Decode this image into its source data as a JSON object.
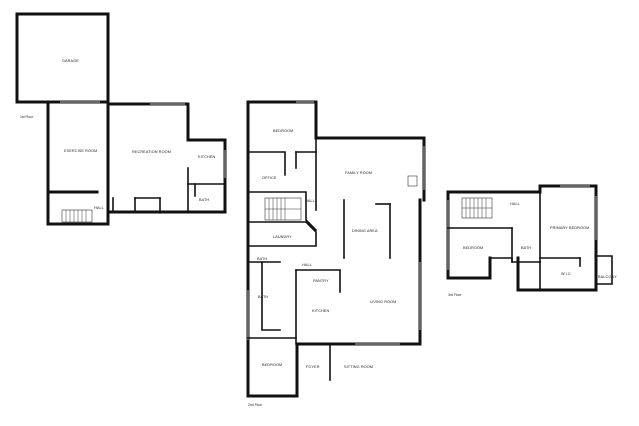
{
  "floors": {
    "first": {
      "label": "1st Floor",
      "rooms": {
        "garage": "GARAGE",
        "exercise": "EXERCISE ROOM",
        "recreation": "RECREATION ROOM",
        "kitchen": "KITCHEN",
        "bath": "BATH",
        "hall": "HALL"
      }
    },
    "second": {
      "label": "2nd Floor",
      "rooms": {
        "bedroom_top": "BEDROOM",
        "office": "OFFICE",
        "family": "FAMILY ROOM",
        "hall_upper": "HALL",
        "laundry": "LAUNDRY",
        "dining": "DINING AREA",
        "bath_small": "BATH",
        "hall_mid": "HALL",
        "pantry": "PANTRY",
        "bath": "BATH",
        "kitchen": "KITCHEN",
        "living": "LIVING ROOM",
        "bedroom_bottom": "BEDROOM",
        "foyer": "FOYER",
        "sitting": "SITTING ROOM"
      }
    },
    "third": {
      "label": "3rd Floor",
      "rooms": {
        "hall": "HALL",
        "primary_bedroom": "PRIMARY BEDROOM",
        "bedroom": "BEDROOM",
        "bath": "BATH",
        "wic": "W.I.C.",
        "balcony": "BALCONY"
      }
    }
  }
}
